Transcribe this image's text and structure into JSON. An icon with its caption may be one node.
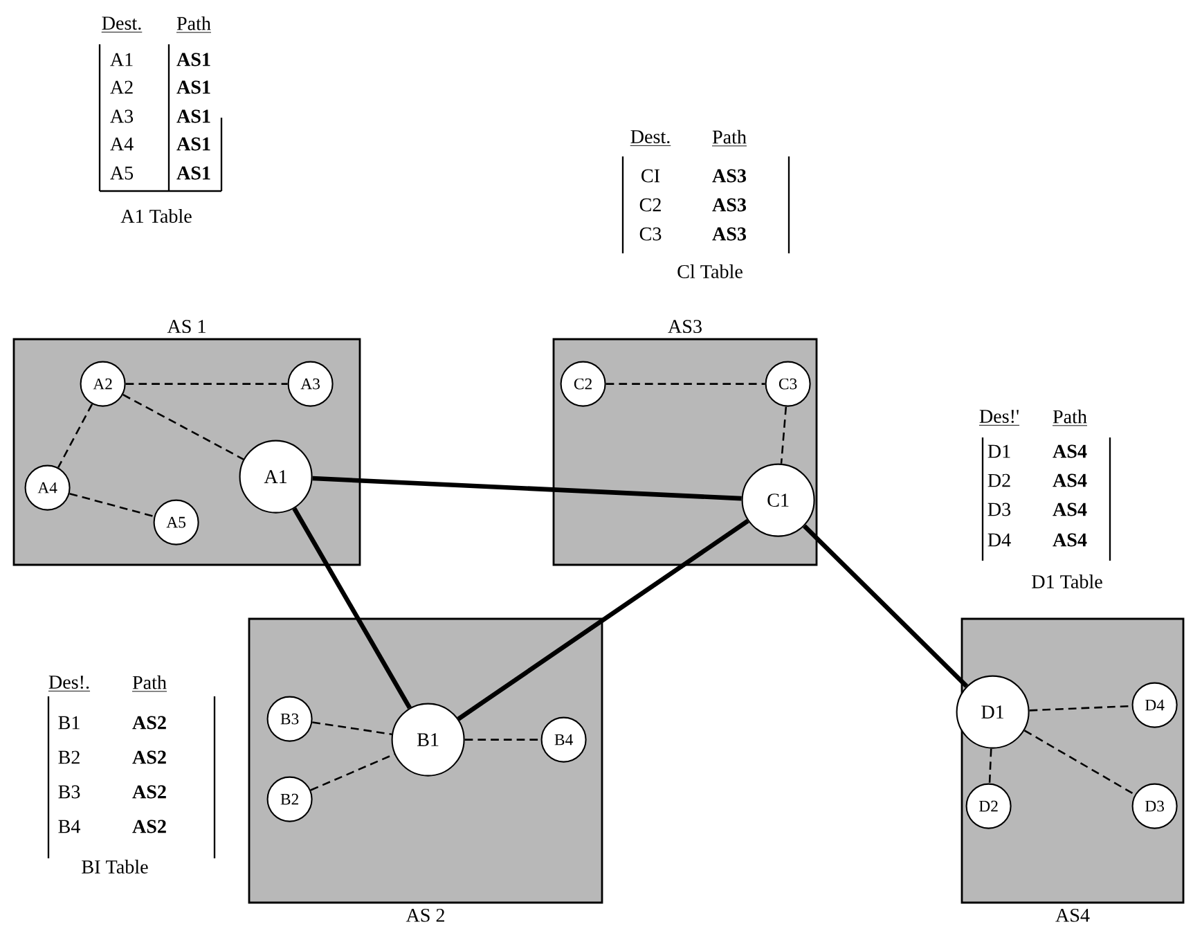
{
  "diagram": {
    "nodes": [
      {
        "text": [
          "AS 1"
        ]
      },
      {
        "text": [
          "A2"
        ],
        "in": 0
      },
      {
        "text": [
          "A3"
        ],
        "in": 0
      },
      {
        "text": [
          "A4"
        ],
        "in": 0
      },
      {
        "text": [
          "A1"
        ],
        "in": 0
      },
      {
        "text": [
          "A5"
        ],
        "in": 0
      },
      {
        "text": [
          "AS3"
        ]
      },
      {
        "text": [
          "C2"
        ],
        "in": 6
      },
      {
        "text": [
          "C3"
        ],
        "in": 6
      },
      {
        "text": [
          "C1"
        ],
        "in": 6
      },
      {
        "text": [
          "AS 2"
        ]
      },
      {
        "text": [
          "B3"
        ],
        "in": 10
      },
      {
        "text": [
          "B1"
        ],
        "in": 10
      },
      {
        "text": [
          "B4"
        ],
        "in": 10
      },
      {
        "text": [
          "B2"
        ],
        "in": 10
      },
      {
        "text": [
          "AS4"
        ]
      },
      {
        "text": [
          "D1"
        ],
        "in": 15
      },
      {
        "text": [
          "D4"
        ],
        "in": 15
      },
      {
        "text": [
          "D2"
        ],
        "in": 15
      },
      {
        "text": [
          "D3"
        ],
        "in": 15
      }
    ],
    "edges": [
      {
        "from": 1,
        "to": 2,
        "arrow": "none",
        "style": "dashed"
      },
      {
        "from": 1,
        "to": 4,
        "arrow": "none",
        "style": "dashed"
      },
      {
        "from": 1,
        "to": 3,
        "arrow": "none",
        "style": "dashed"
      },
      {
        "from": 3,
        "to": 5,
        "arrow": "none",
        "style": "dashed"
      },
      {
        "from": 7,
        "to": 8,
        "arrow": "none",
        "style": "dashed"
      },
      {
        "from": 8,
        "to": 9,
        "arrow": "none",
        "style": "dashed"
      },
      {
        "from": 11,
        "to": 12,
        "arrow": "none",
        "style": "dashed"
      },
      {
        "from": 14,
        "to": 12,
        "arrow": "none",
        "style": "dashed"
      },
      {
        "from": 12,
        "to": 13,
        "arrow": "none",
        "style": "dashed"
      },
      {
        "from": 16,
        "to": 17,
        "arrow": "none",
        "style": "dashed"
      },
      {
        "from": 16,
        "to": 19,
        "arrow": "none",
        "style": "dashed"
      },
      {
        "from": 16,
        "to": 18,
        "arrow": "none",
        "style": "dashed"
      },
      {
        "from": 4,
        "to": 9,
        "arrow": "none",
        "style": "thick"
      },
      {
        "from": 4,
        "to": 12,
        "arrow": "none",
        "style": "thick"
      },
      {
        "from": 12,
        "to": 9,
        "arrow": "none",
        "style": "thick"
      },
      {
        "from": 9,
        "to": 16,
        "arrow": "none",
        "style": "thick"
      }
    ],
    "labels": [
      "Dest.",
      "Path",
      "A1",
      "AS1",
      "A2",
      "AS1",
      "A3",
      "AS1",
      "A4",
      "AS1",
      "A5",
      "AS1",
      "A1 Table",
      "Dest.",
      "Path",
      "CI",
      "AS3",
      "C2",
      "AS3",
      "C3",
      "AS3",
      "Cl Table",
      "Des!'",
      "Path",
      "D1",
      "AS4",
      "D2",
      "AS4",
      "D3",
      "AS4",
      "D4",
      "AS4",
      "D1 Table",
      "Des!.",
      "Path",
      "B1",
      "AS2",
      "B2",
      "AS2",
      "B3",
      "AS2",
      "B4",
      "AS2",
      "BI Table"
    ]
  }
}
